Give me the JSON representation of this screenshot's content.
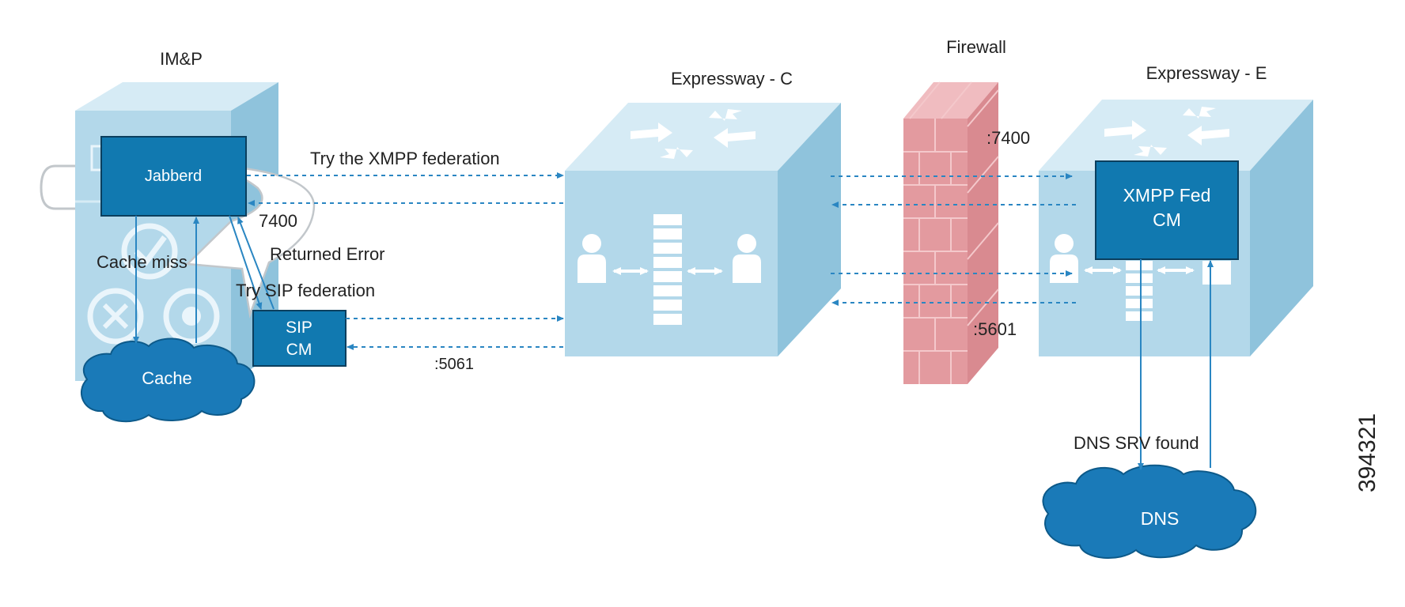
{
  "labels": {
    "imp": "IM&P",
    "expressway_c": "Expressway - C",
    "firewall": "Firewall",
    "expressway_e": "Expressway - E"
  },
  "boxes": {
    "jabberd": "Jabberd",
    "sip_cm_line1": "SIP",
    "sip_cm_line2": "CM",
    "xmpp_fed_line1": "XMPP Fed",
    "xmpp_fed_line2": "CM"
  },
  "clouds": {
    "cache": "Cache",
    "dns": "DNS"
  },
  "annotations": {
    "try_xmpp": "Try the XMPP federation",
    "port_7400_left": "7400",
    "returned_error": "Returned Error",
    "cache_miss": "Cache miss",
    "try_sip": "Try SIP federation",
    "port_5061": ":5061",
    "port_7400_fw": ":7400",
    "port_5601_fw": ":5601",
    "dns_srv_found": "DNS SRV found"
  },
  "figure_id": "394321",
  "colors": {
    "device_face": "#b3d8ea",
    "device_top": "#d6ebf5",
    "device_side": "#8fc3dc",
    "box_fill": "#1179b0",
    "box_border": "#0b3f5e",
    "cloud_fill": "#1a7ab8",
    "cloud_stroke": "#0d5a8a",
    "firewall_fill": "#e39a9f",
    "firewall_line": "#f4c8cb",
    "arrow": "#2a86c2"
  }
}
